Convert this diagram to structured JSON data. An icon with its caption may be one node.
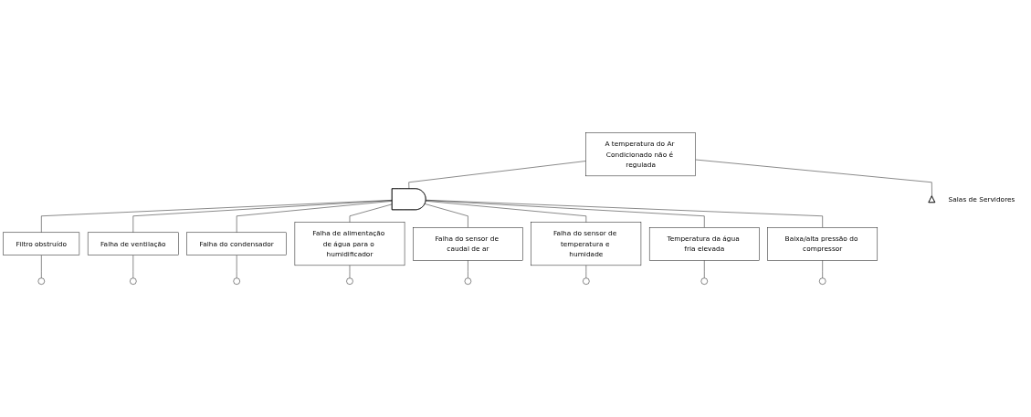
{
  "diagram": {
    "nodes": [
      {
        "text": [
          "A temperatura do Ar Condicionado não é regulada"
        ]
      },
      {
        "text": [],
        "shape": "triangle",
        "beside": [
          "Salas de Servidores"
        ]
      },
      {
        "text": [],
        "shape": "gate"
      },
      {
        "text": [
          "Filtro obstruído"
        ]
      },
      {
        "text": [
          "Falha de ventilação"
        ]
      },
      {
        "text": [
          "Falha do condensador"
        ]
      },
      {
        "text": [
          "Falha de alimentação de água para o humidificador"
        ]
      },
      {
        "text": [
          "Falha do sensor de caudal de ar"
        ]
      },
      {
        "text": [
          "Falha do sensor de temperatura e humidade"
        ]
      },
      {
        "text": [
          "Temperatura da água fria elevada"
        ]
      },
      {
        "text": [
          "Baixa/alta pressão do compressor"
        ]
      },
      {
        "text": [],
        "shape": "circle"
      },
      {
        "text": [],
        "shape": "circle"
      },
      {
        "text": [],
        "shape": "circle"
      },
      {
        "text": [],
        "shape": "circle"
      },
      {
        "text": [],
        "shape": "circle"
      },
      {
        "text": [],
        "shape": "circle"
      },
      {
        "text": [],
        "shape": "circle"
      },
      {
        "text": [],
        "shape": "circle"
      }
    ],
    "edges": [
      {
        "from": 0,
        "to": 2,
        "arrow": "none"
      },
      {
        "from": 0,
        "to": 1,
        "arrow": "none"
      },
      {
        "from": 2,
        "to": 3,
        "arrow": "none"
      },
      {
        "from": 2,
        "to": 4,
        "arrow": "none"
      },
      {
        "from": 2,
        "to": 5,
        "arrow": "none"
      },
      {
        "from": 2,
        "to": 6,
        "arrow": "none"
      },
      {
        "from": 2,
        "to": 7,
        "arrow": "none"
      },
      {
        "from": 2,
        "to": 8,
        "arrow": "none"
      },
      {
        "from": 2,
        "to": 9,
        "arrow": "none"
      },
      {
        "from": 2,
        "to": 10,
        "arrow": "none"
      },
      {
        "from": 3,
        "to": 11,
        "arrow": "none"
      },
      {
        "from": 4,
        "to": 12,
        "arrow": "none"
      },
      {
        "from": 5,
        "to": 13,
        "arrow": "none"
      },
      {
        "from": 6,
        "to": 14,
        "arrow": "none"
      },
      {
        "from": 7,
        "to": 15,
        "arrow": "none"
      },
      {
        "from": 8,
        "to": 16,
        "arrow": "none"
      },
      {
        "from": 9,
        "to": 17,
        "arrow": "none"
      },
      {
        "from": 10,
        "to": 18,
        "arrow": "none"
      }
    ]
  }
}
